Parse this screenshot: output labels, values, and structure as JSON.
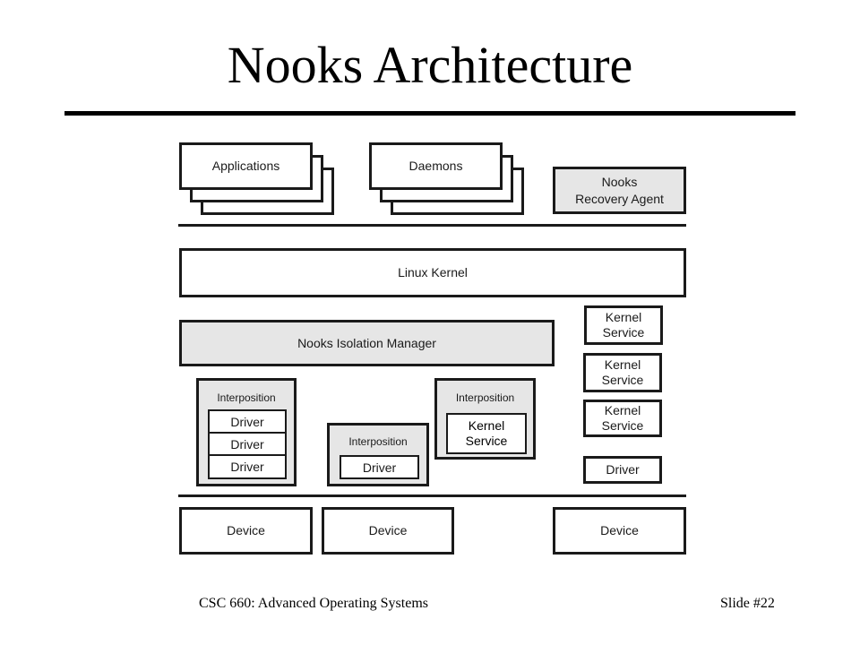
{
  "slide": {
    "title": "Nooks Architecture",
    "footer_course": "CSC 660: Advanced Operating Systems",
    "footer_slide": "Slide #22"
  },
  "diagram": {
    "applications": "Applications",
    "daemons": "Daemons",
    "recovery_agent": "Nooks Recovery Agent",
    "linux_kernel": "Linux Kernel",
    "isolation_manager": "Nooks Isolation Manager",
    "kernel_services": [
      "Kernel Service",
      "Kernel Service",
      "Kernel Service"
    ],
    "standalone_driver": "Driver",
    "interposition_1": {
      "label": "Interposition",
      "drivers": [
        "Driver",
        "Driver",
        "Driver"
      ]
    },
    "interposition_2": {
      "label": "Interposition",
      "driver": "Driver"
    },
    "interposition_3": {
      "label": "Interposition",
      "service": "Kernel Service"
    },
    "devices": [
      "Device",
      "Device",
      "Device"
    ]
  }
}
